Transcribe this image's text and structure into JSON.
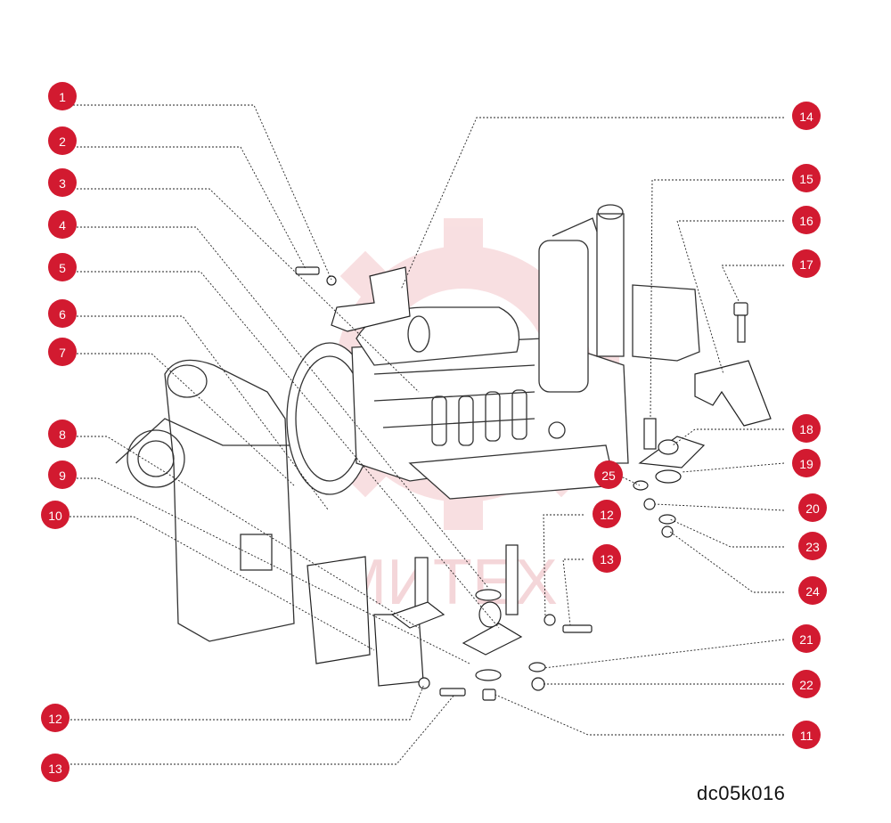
{
  "drawing_code": "dc05k016",
  "watermark": "МИТЕХ",
  "colors": {
    "callout": "#d21a30",
    "line": "#222222",
    "watermark": "#f4c6c9"
  },
  "callouts": [
    {
      "label": "1"
    },
    {
      "label": "2"
    },
    {
      "label": "3"
    },
    {
      "label": "4"
    },
    {
      "label": "5"
    },
    {
      "label": "6"
    },
    {
      "label": "7"
    },
    {
      "label": "8"
    },
    {
      "label": "9"
    },
    {
      "label": "10"
    },
    {
      "label": "12"
    },
    {
      "label": "13"
    },
    {
      "label": "14"
    },
    {
      "label": "15"
    },
    {
      "label": "16"
    },
    {
      "label": "17"
    },
    {
      "label": "18"
    },
    {
      "label": "19"
    },
    {
      "label": "25"
    },
    {
      "label": "20"
    },
    {
      "label": "23"
    },
    {
      "label": "24"
    },
    {
      "label": "12"
    },
    {
      "label": "13"
    },
    {
      "label": "21"
    },
    {
      "label": "22"
    },
    {
      "label": "11"
    }
  ]
}
